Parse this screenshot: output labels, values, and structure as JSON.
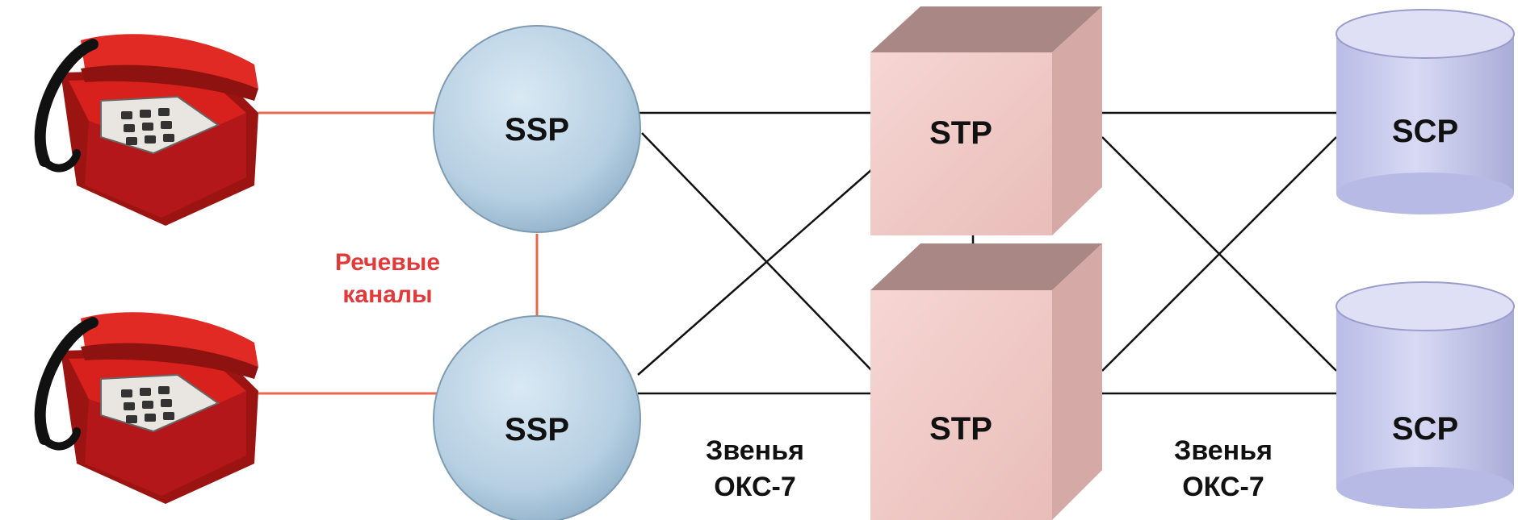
{
  "nodes": {
    "ssp_top": {
      "label": "SSP"
    },
    "ssp_bottom": {
      "label": "SSP"
    },
    "stp_top": {
      "label": "STP"
    },
    "stp_bottom": {
      "label": "STP"
    },
    "scp_top": {
      "label": "SCP"
    },
    "scp_bottom": {
      "label": "SCP"
    }
  },
  "annotations": {
    "voice_channels": [
      "Речевые",
      "каналы"
    ],
    "links_left": [
      "Звенья",
      "ОКС-7"
    ],
    "links_right": [
      "Звенья",
      "ОКС-7"
    ]
  },
  "colors": {
    "voice_line": "#e8684f",
    "signal_line": "#111111",
    "voice_label": "#e03a3a",
    "ssp_fill": "#b9d3e6",
    "stp_fill": "#f1c9c6",
    "scp_fill": "#c4c6ea",
    "phone_body": "#d8201c"
  },
  "icons": [
    "telephone-icon",
    "telephone-icon"
  ]
}
